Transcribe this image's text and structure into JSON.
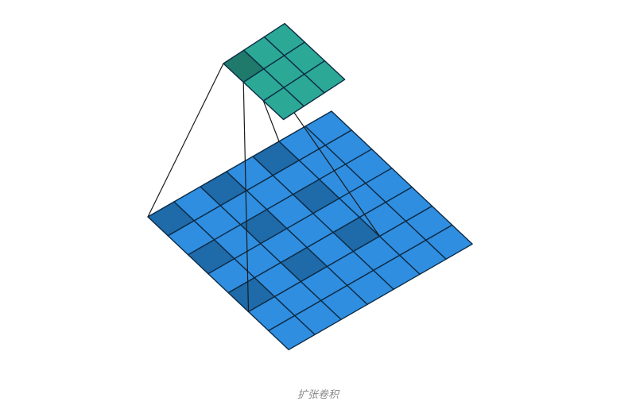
{
  "diagram": {
    "caption": "扩张卷积",
    "input_grid": {
      "size": 7,
      "highlighted_cells": [
        [
          0,
          0
        ],
        [
          0,
          2
        ],
        [
          0,
          4
        ],
        [
          2,
          0
        ],
        [
          2,
          2
        ],
        [
          2,
          4
        ],
        [
          4,
          0
        ],
        [
          4,
          2
        ],
        [
          4,
          4
        ]
      ]
    },
    "output_grid": {
      "size": 3,
      "highlighted_cells": [
        [
          0,
          0
        ]
      ]
    },
    "colors": {
      "input_fill": "#2f8ee0",
      "input_highlight": "#1f6aa8",
      "output_fill": "#2ba896",
      "output_highlight": "#1f7a6c",
      "grid_stroke": "#0d2b45",
      "connector": "#1a1a1a"
    }
  }
}
